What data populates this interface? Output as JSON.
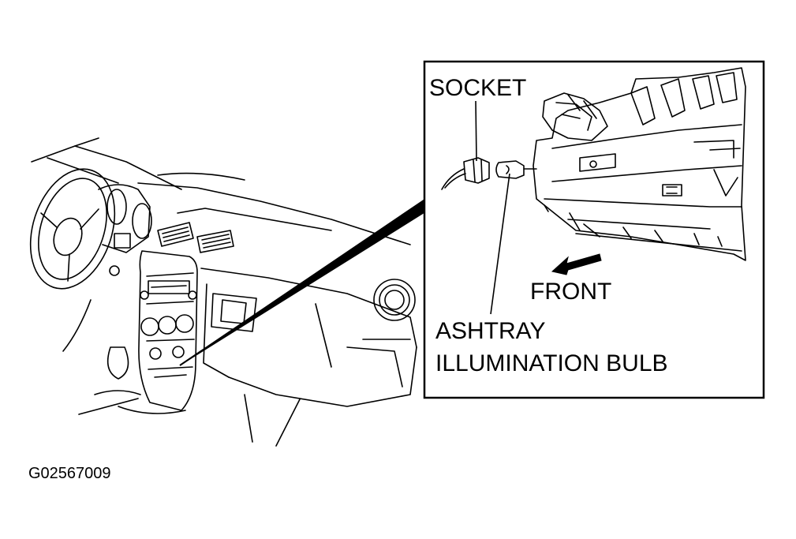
{
  "labels": {
    "socket": "SOCKET",
    "front": "FRONT",
    "bulb_line1": "ASHTRAY",
    "bulb_line2": "ILLUMINATION BULB"
  },
  "figure_id": "G02567009",
  "colors": {
    "line": "#000000",
    "background": "#ffffff"
  }
}
